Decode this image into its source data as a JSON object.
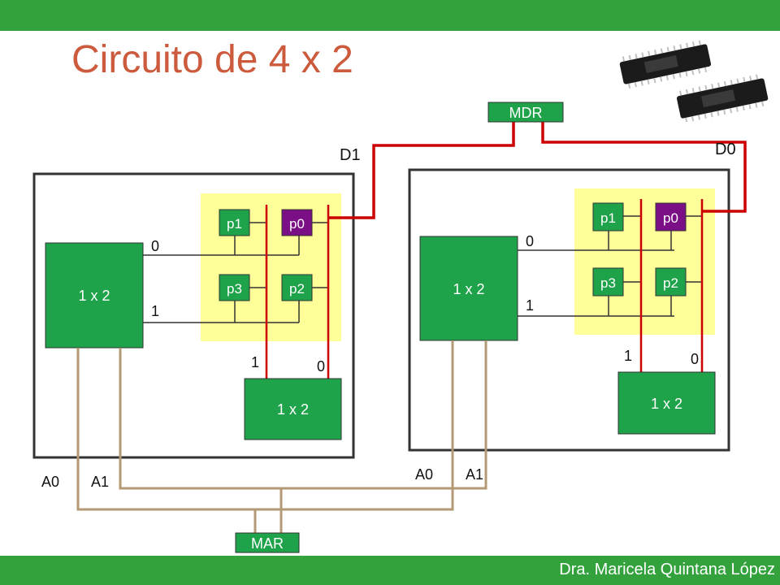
{
  "title": "Circuito de 4 x 2",
  "footer": "Dra. Maricela Quintana López",
  "colors": {
    "bar": "#33a23d",
    "title": "#cc5a3c",
    "block": "#1fa34a",
    "cell_green": "#1fa34a",
    "cell_purple": "#7b0f86",
    "panel": "#ffff99",
    "data_wire": "#cc0000",
    "address_wire": "#b39a74",
    "frame": "#333333"
  },
  "labels": {
    "mdr": "MDR",
    "mar": "MAR",
    "d1": "D1",
    "d0": "D0"
  },
  "left_module": {
    "row_decoder": "1 x 2",
    "col_decoder": "1 x 2",
    "cells": {
      "p1": "p1",
      "p0": "p0",
      "p3": "p3",
      "p2": "p2"
    },
    "row0": "0",
    "row1": "1",
    "col1": "1",
    "col0": "0",
    "a0": "A0",
    "a1": "A1"
  },
  "right_module": {
    "row_decoder": "1 x 2",
    "col_decoder": "1 x 2",
    "cells": {
      "p1": "p1",
      "p0": "p0",
      "p3": "p3",
      "p2": "p2"
    },
    "row0": "0",
    "row1": "1",
    "col1": "1",
    "col0": "0",
    "a0": "A0",
    "a1": "A1"
  },
  "image": {
    "chips": "chips-photo"
  }
}
